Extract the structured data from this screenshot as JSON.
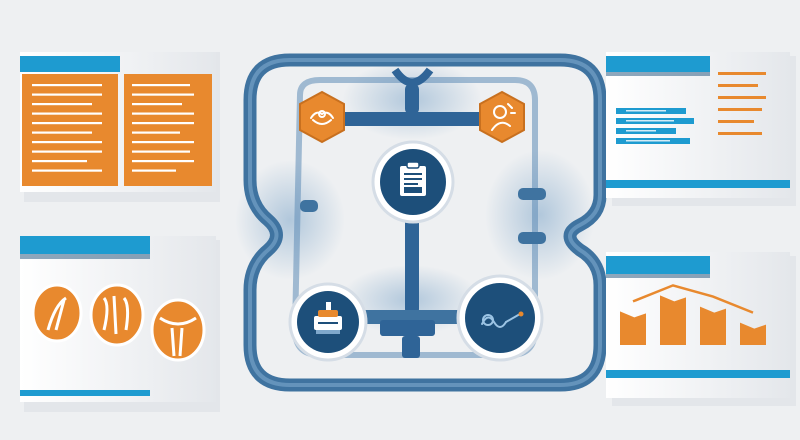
{
  "colors": {
    "background": "#eef0f2",
    "navy": "#1d4f7a",
    "steel": "#3f73a0",
    "pale_blue": "#a9c4dc",
    "orange": "#e8892e",
    "orange_light": "#f4a24b",
    "cyan": "#1e9bd0",
    "panel_white": "#fbfbfb",
    "panel_edge": "#d9dde2"
  },
  "icons": {
    "center_top": "clipboard-document-icon",
    "center_bottom_left": "machine-device-icon",
    "center_bottom_right": "signal-wave-icon",
    "hex_left": "handshake-icon",
    "hex_right": "person-idea-icon"
  },
  "bar_chart_panel": {
    "bar_levels": [
      0.42,
      0.62,
      0.48,
      0.28
    ]
  }
}
